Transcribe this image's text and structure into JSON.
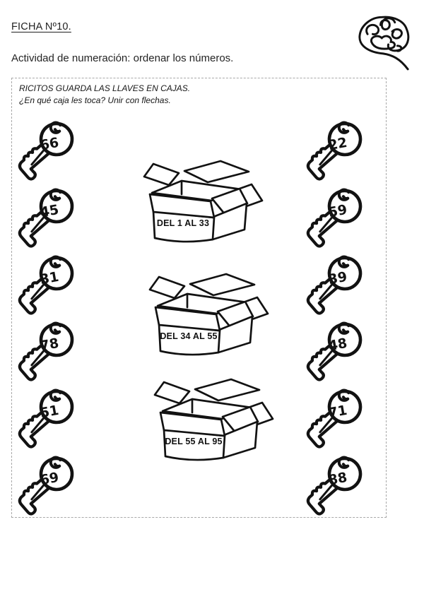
{
  "header": {
    "title": "FICHA Nº10.",
    "subtitle": "Actividad de numeración: ordenar los números."
  },
  "worksheet": {
    "instruction_line1": "RICITOS GUARDA LAS LLAVES EN CAJAS.",
    "instruction_line2": "¿En qué caja les toca? Unir con flechas.",
    "keys_left": [
      "66",
      "45",
      "31",
      "78",
      "51",
      "69"
    ],
    "keys_right": [
      "22",
      "59",
      "39",
      "48",
      "71",
      "88"
    ],
    "boxes": [
      {
        "label": "DEL 1 AL 33"
      },
      {
        "label": "DEL 34 AL 55"
      },
      {
        "label": "DEL 55 AL 95"
      }
    ]
  },
  "icons": {
    "brain": "brain-doodle-icon",
    "key": "key-icon",
    "box": "open-cardboard-box-icon"
  },
  "colors": {
    "ink": "#121212",
    "frame_border": "#a8a8a8"
  }
}
